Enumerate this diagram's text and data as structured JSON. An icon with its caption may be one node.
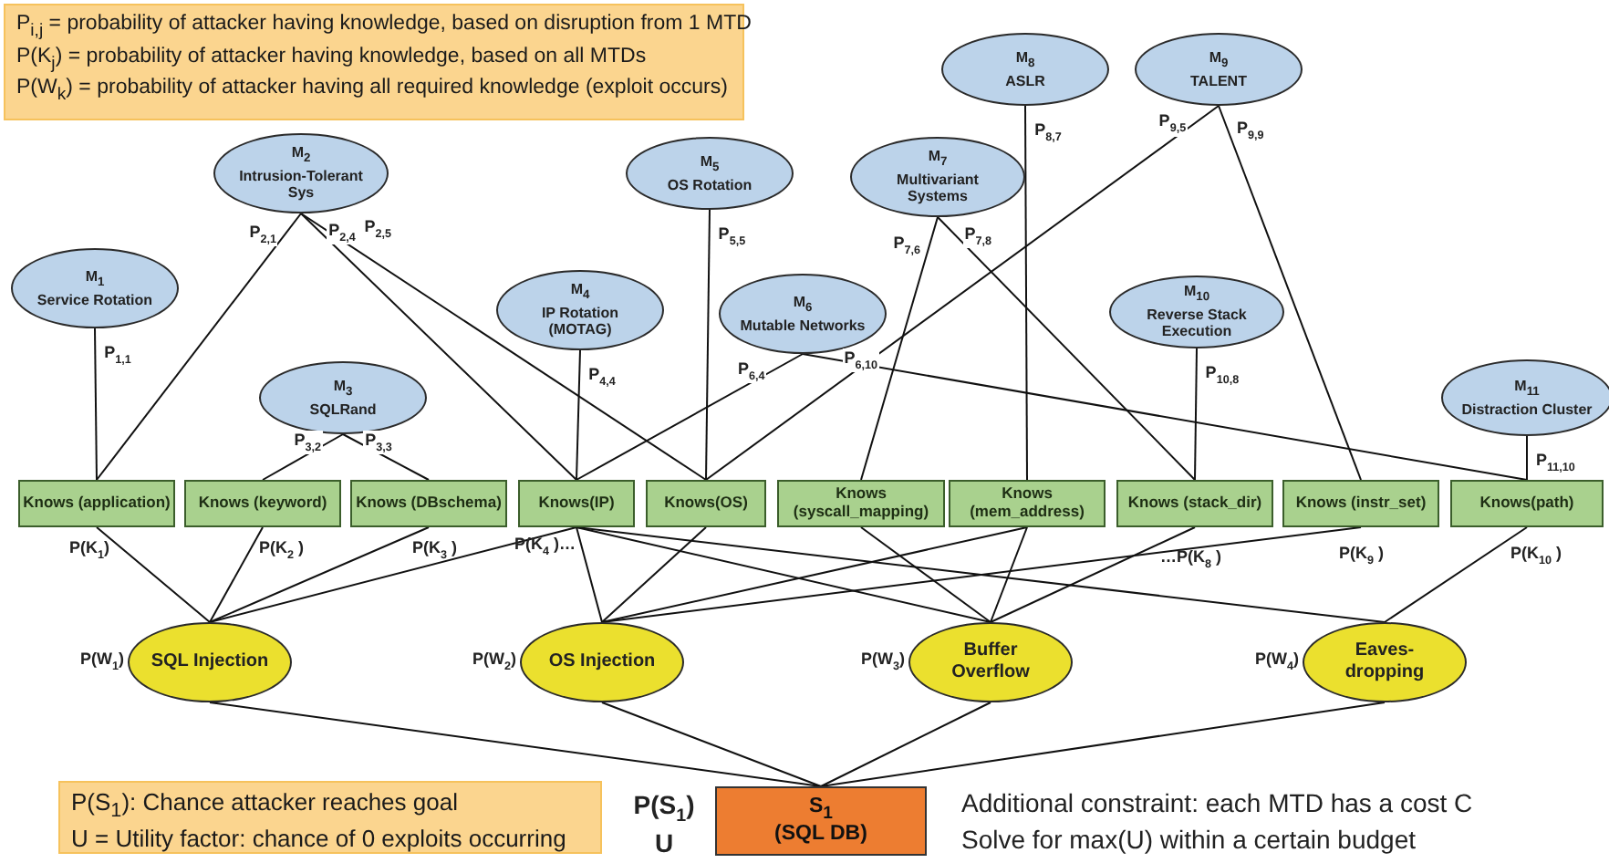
{
  "diagram": {
    "nodes": [
      {
        "text": [
          "P$_{i,j}$ = probability of attacker having knowledge, based on disruption from 1 MTD",
          "P(K$_{j}$) = probability of attacker having knowledge, based on all MTDs",
          "P(W$_{k}$) = probability of attacker having all required knowledge (exploit occurs)"
        ]
      },
      {
        "text": [
          "M$_{1}$",
          "Service Rotation"
        ]
      },
      {
        "text": [
          "M$_{2}$",
          "Intrusion-Tolerant Sys"
        ]
      },
      {
        "text": [
          "M$_{3}$",
          "SQLRand"
        ]
      },
      {
        "text": [
          "M$_{4}$",
          "IP Rotation (MOTAG)"
        ]
      },
      {
        "text": [
          "M$_{5}$",
          "OS Rotation"
        ]
      },
      {
        "text": [
          "M$_{6}$",
          "Mutable Networks"
        ]
      },
      {
        "text": [
          "M$_{7}$",
          "Multivariant Systems"
        ]
      },
      {
        "text": [
          "M$_{8}$",
          "ASLR"
        ]
      },
      {
        "text": [
          "M$_{9}$",
          "TALENT"
        ]
      },
      {
        "text": [
          "M$_{10}$",
          "Reverse Stack Execution"
        ]
      },
      {
        "text": [
          "M$_{11}$",
          "Distraction Cluster"
        ]
      },
      {
        "text": [
          "Knows (application)"
        ]
      },
      {
        "text": [
          "Knows (keyword)"
        ]
      },
      {
        "text": [
          "Knows (DBschema)"
        ]
      },
      {
        "text": [
          "Knows(IP)"
        ]
      },
      {
        "text": [
          "Knows(OS)"
        ]
      },
      {
        "text": [
          "Knows (syscall_mapping)"
        ]
      },
      {
        "text": [
          "Knows (mem_address)"
        ]
      },
      {
        "text": [
          "Knows (stack_dir)"
        ]
      },
      {
        "text": [
          "Knows (instr_set)"
        ]
      },
      {
        "text": [
          "Knows(path)"
        ]
      },
      {
        "text": [
          "SQL Injection"
        ],
        "beside": [
          "P(W$_{1}$)"
        ]
      },
      {
        "text": [
          "OS Injection"
        ],
        "beside": [
          "P(W$_{2}$)"
        ]
      },
      {
        "text": [
          "Buffer Overflow"
        ],
        "beside": [
          "P(W$_{3}$)"
        ]
      },
      {
        "text": [
          "Eaves-dropping"
        ],
        "beside": [
          "P(W$_{4}$)"
        ]
      },
      {
        "text": [
          "S$_{1}$",
          "(SQL DB)"
        ],
        "beside": [
          "P(S$_{1}$)",
          "U"
        ]
      },
      {
        "text": [
          "P(S$_{1}$): Chance attacker reaches goal",
          "U = Utility factor: chance of 0 exploits occurring"
        ]
      }
    ],
    "edges": [
      {
        "from": 1,
        "to": 12,
        "arrow": "none",
        "label": "P$_{1,1}$"
      },
      {
        "from": 2,
        "to": 12,
        "arrow": "none",
        "label": "P$_{2,1}$"
      },
      {
        "from": 2,
        "to": 15,
        "arrow": "none",
        "label": "P$_{2,4}$"
      },
      {
        "from": 2,
        "to": 16,
        "arrow": "none",
        "label": "P$_{2,5}$"
      },
      {
        "from": 3,
        "to": 13,
        "arrow": "none",
        "label": "P$_{3,2}$"
      },
      {
        "from": 3,
        "to": 14,
        "arrow": "none",
        "label": "P$_{3,3}$"
      },
      {
        "from": 4,
        "to": 15,
        "arrow": "none",
        "label": "P$_{4,4}$"
      },
      {
        "from": 5,
        "to": 16,
        "arrow": "none",
        "label": "P$_{5,5}$"
      },
      {
        "from": 6,
        "to": 15,
        "arrow": "none",
        "label": "P$_{6,4}$"
      },
      {
        "from": 6,
        "to": 21,
        "arrow": "none",
        "label": "P$_{6,10}$"
      },
      {
        "from": 7,
        "to": 17,
        "arrow": "none",
        "label": "P$_{7,6}$"
      },
      {
        "from": 7,
        "to": 19,
        "arrow": "none",
        "label": "P$_{7,8}$"
      },
      {
        "from": 8,
        "to": 18,
        "arrow": "none",
        "label": "P$_{8,7}$"
      },
      {
        "from": 9,
        "to": 16,
        "arrow": "none",
        "label": "P$_{9,5}$"
      },
      {
        "from": 9,
        "to": 20,
        "arrow": "none",
        "label": "P$_{9,9}$"
      },
      {
        "from": 10,
        "to": 19,
        "arrow": "none",
        "label": "P$_{10,8}$"
      },
      {
        "from": 11,
        "to": 21,
        "arrow": "none",
        "label": "P$_{11,10}$"
      },
      {
        "from": 12,
        "to": 22,
        "arrow": "none"
      },
      {
        "from": 13,
        "to": 22,
        "arrow": "none"
      },
      {
        "from": 14,
        "to": 22,
        "arrow": "none"
      },
      {
        "from": 15,
        "to": 22,
        "arrow": "none"
      },
      {
        "from": 15,
        "to": 23,
        "arrow": "none"
      },
      {
        "from": 16,
        "to": 23,
        "arrow": "none"
      },
      {
        "from": 18,
        "to": 23,
        "arrow": "none"
      },
      {
        "from": 20,
        "to": 23,
        "arrow": "none"
      },
      {
        "from": 15,
        "to": 24,
        "arrow": "none"
      },
      {
        "from": 17,
        "to": 24,
        "arrow": "none"
      },
      {
        "from": 18,
        "to": 24,
        "arrow": "none"
      },
      {
        "from": 19,
        "to": 24,
        "arrow": "none"
      },
      {
        "from": 15,
        "to": 25,
        "arrow": "none"
      },
      {
        "from": 21,
        "to": 25,
        "arrow": "none"
      },
      {
        "from": 22,
        "to": 26,
        "arrow": "none"
      },
      {
        "from": 23,
        "to": 26,
        "arrow": "none"
      },
      {
        "from": 24,
        "to": 26,
        "arrow": "none"
      },
      {
        "from": 25,
        "to": 26,
        "arrow": "none"
      }
    ],
    "labels": [
      "P(K$_{1}$)",
      "P(K$_{2}$ )",
      "P(K$_{3}$ )",
      "P(K$_{4}$ )…",
      "…P(K$_{8}$ )",
      "P(K$_{9}$ )",
      "P(K$_{10}$ )",
      "Additional constraint: each MTD has a cost C",
      "Solve for max(U) within a certain budget"
    ]
  }
}
